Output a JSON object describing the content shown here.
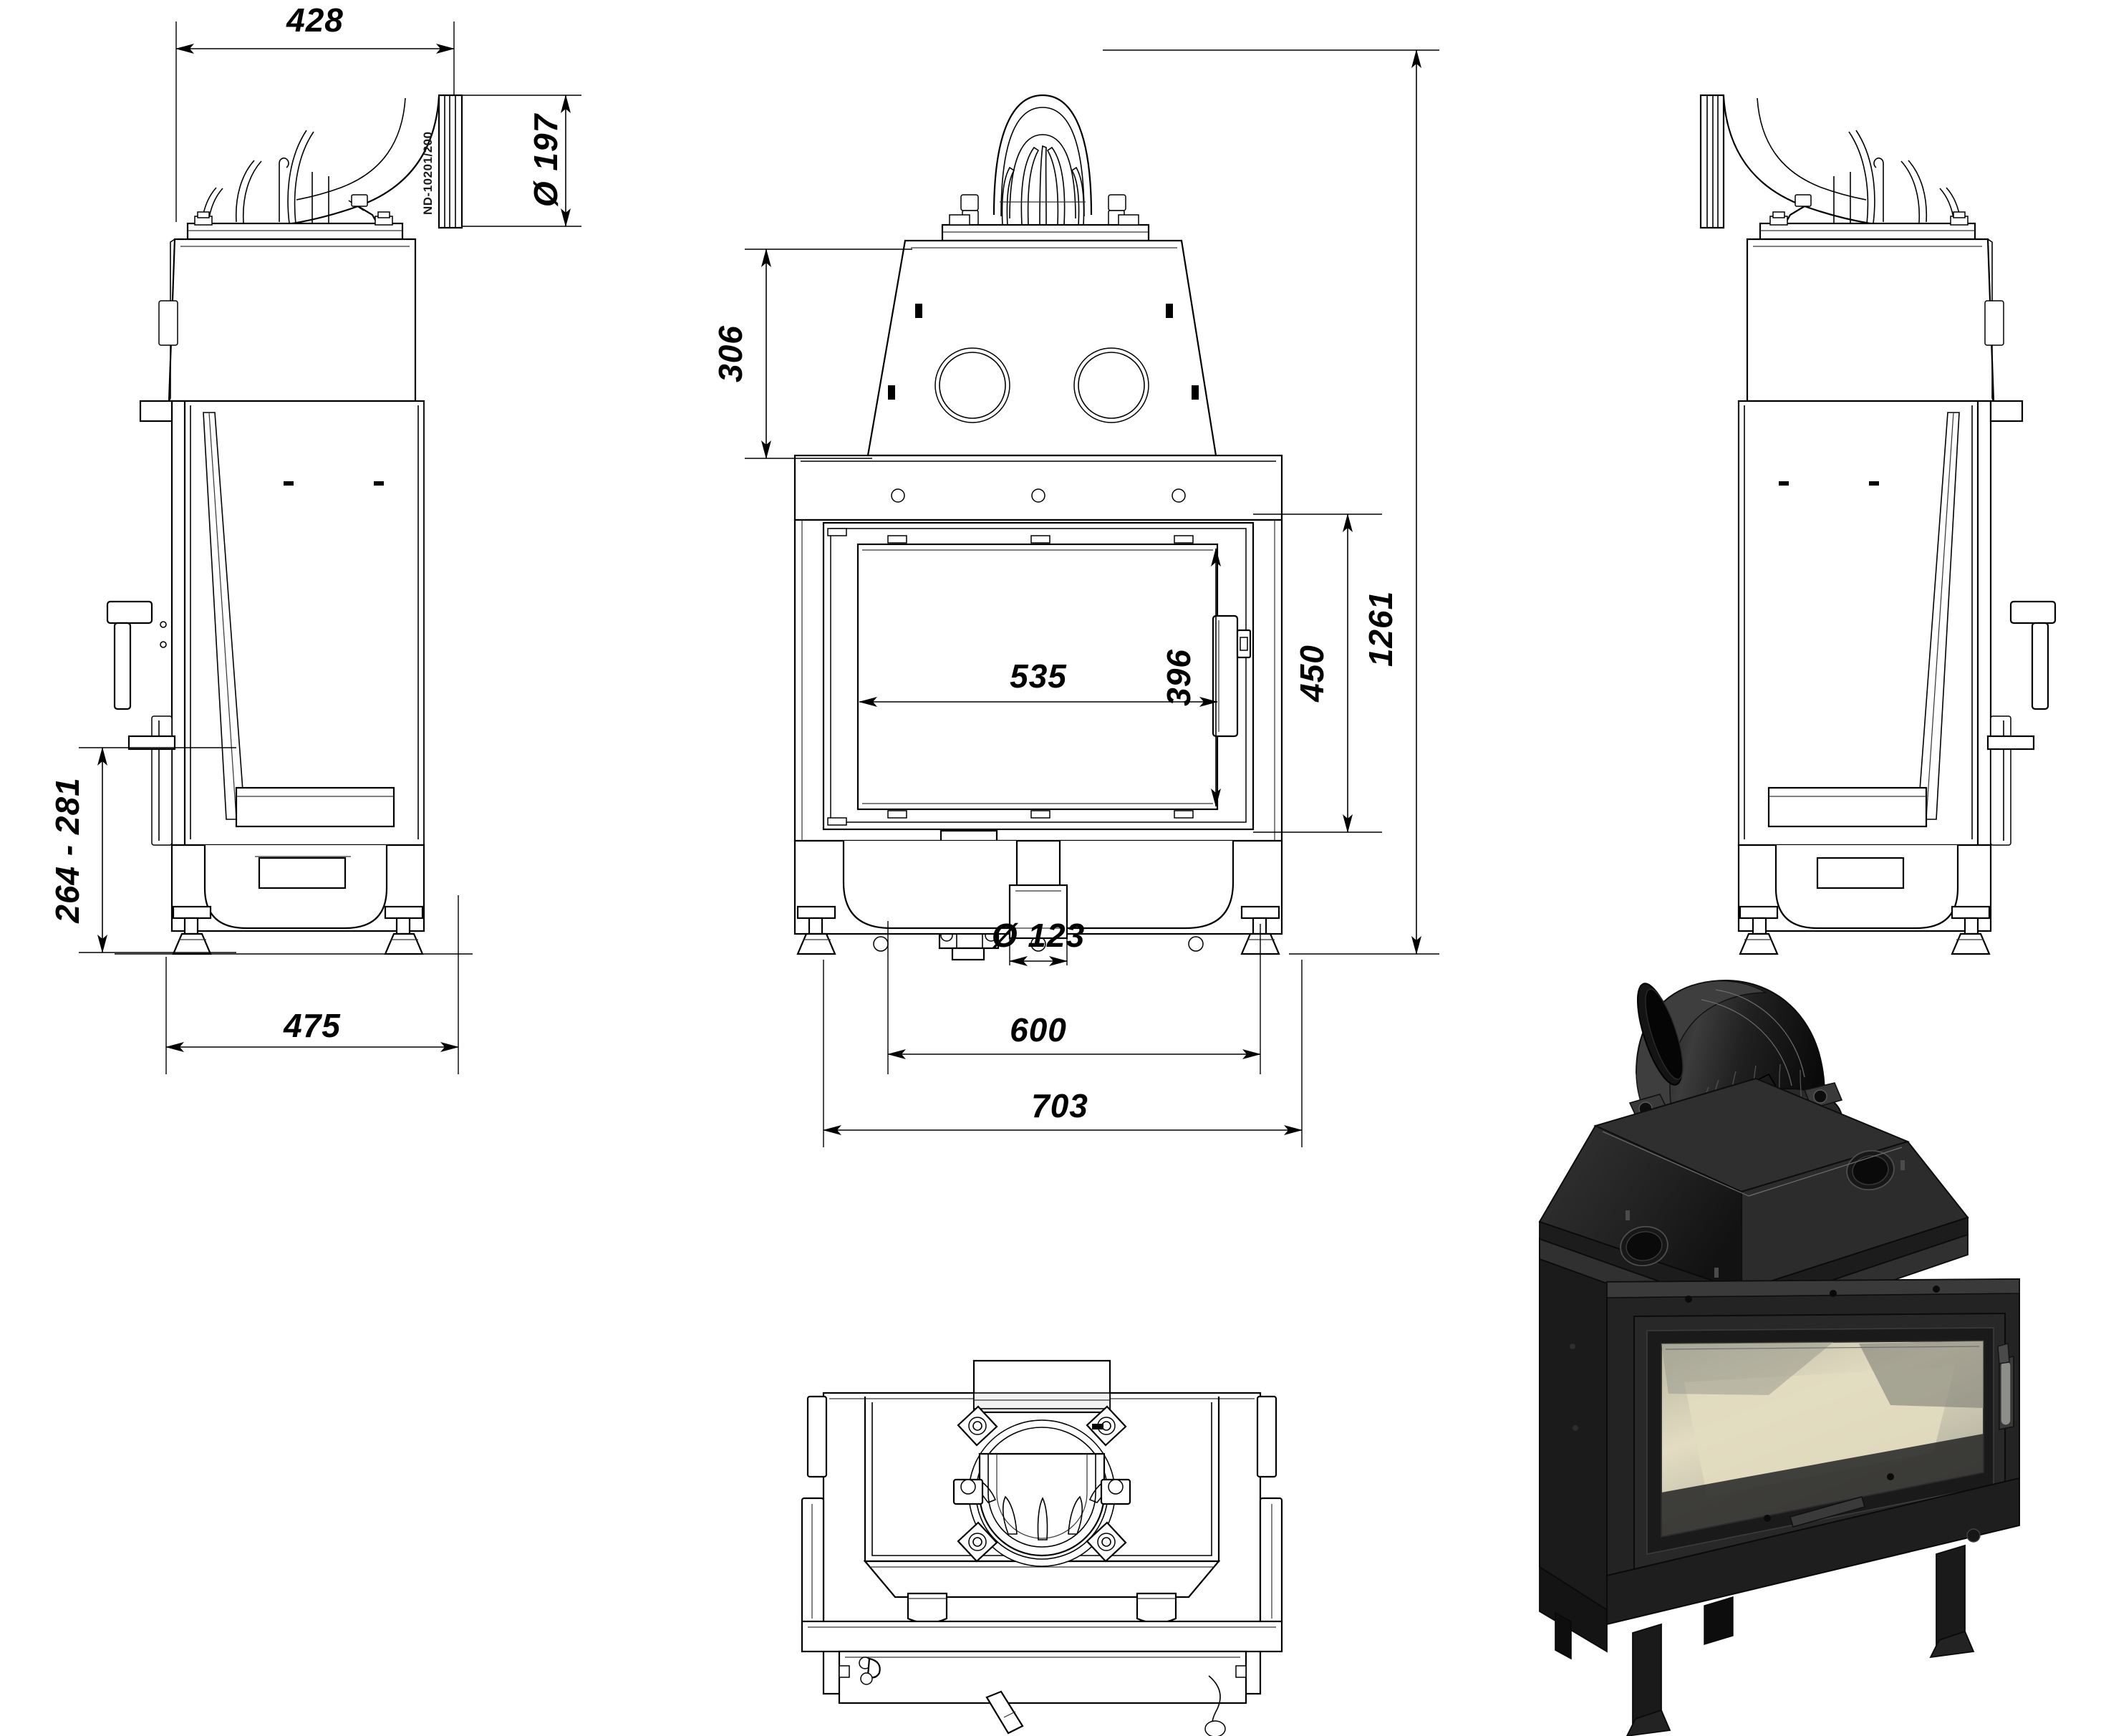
{
  "document": {
    "type": "technical-drawing",
    "subject": "Fireplace insert / wood-burning stove firebox",
    "views": [
      "left-side-elevation",
      "front-elevation",
      "right-side-elevation",
      "top-plan-view",
      "3d-product-render"
    ],
    "background_color": "#ffffff",
    "line_color": "#000000"
  },
  "dimensions": {
    "side_width_top": "428",
    "flue_diameter": "Ø 197",
    "side_depth_bottom": "475",
    "leg_height_range": "264 - 281",
    "hood_height": "306",
    "glass_height": "396",
    "glass_width": "535",
    "door_opening_height": "450",
    "total_height": "1261",
    "air_inlet_diameter": "Ø 123",
    "body_width": "600",
    "overall_width": "703"
  },
  "labels": {
    "flue_part_number": "ND-10201/200"
  },
  "render": {
    "body_color": "#272727",
    "accent_color": "#141414",
    "glass_color": "#cdc4a6"
  }
}
